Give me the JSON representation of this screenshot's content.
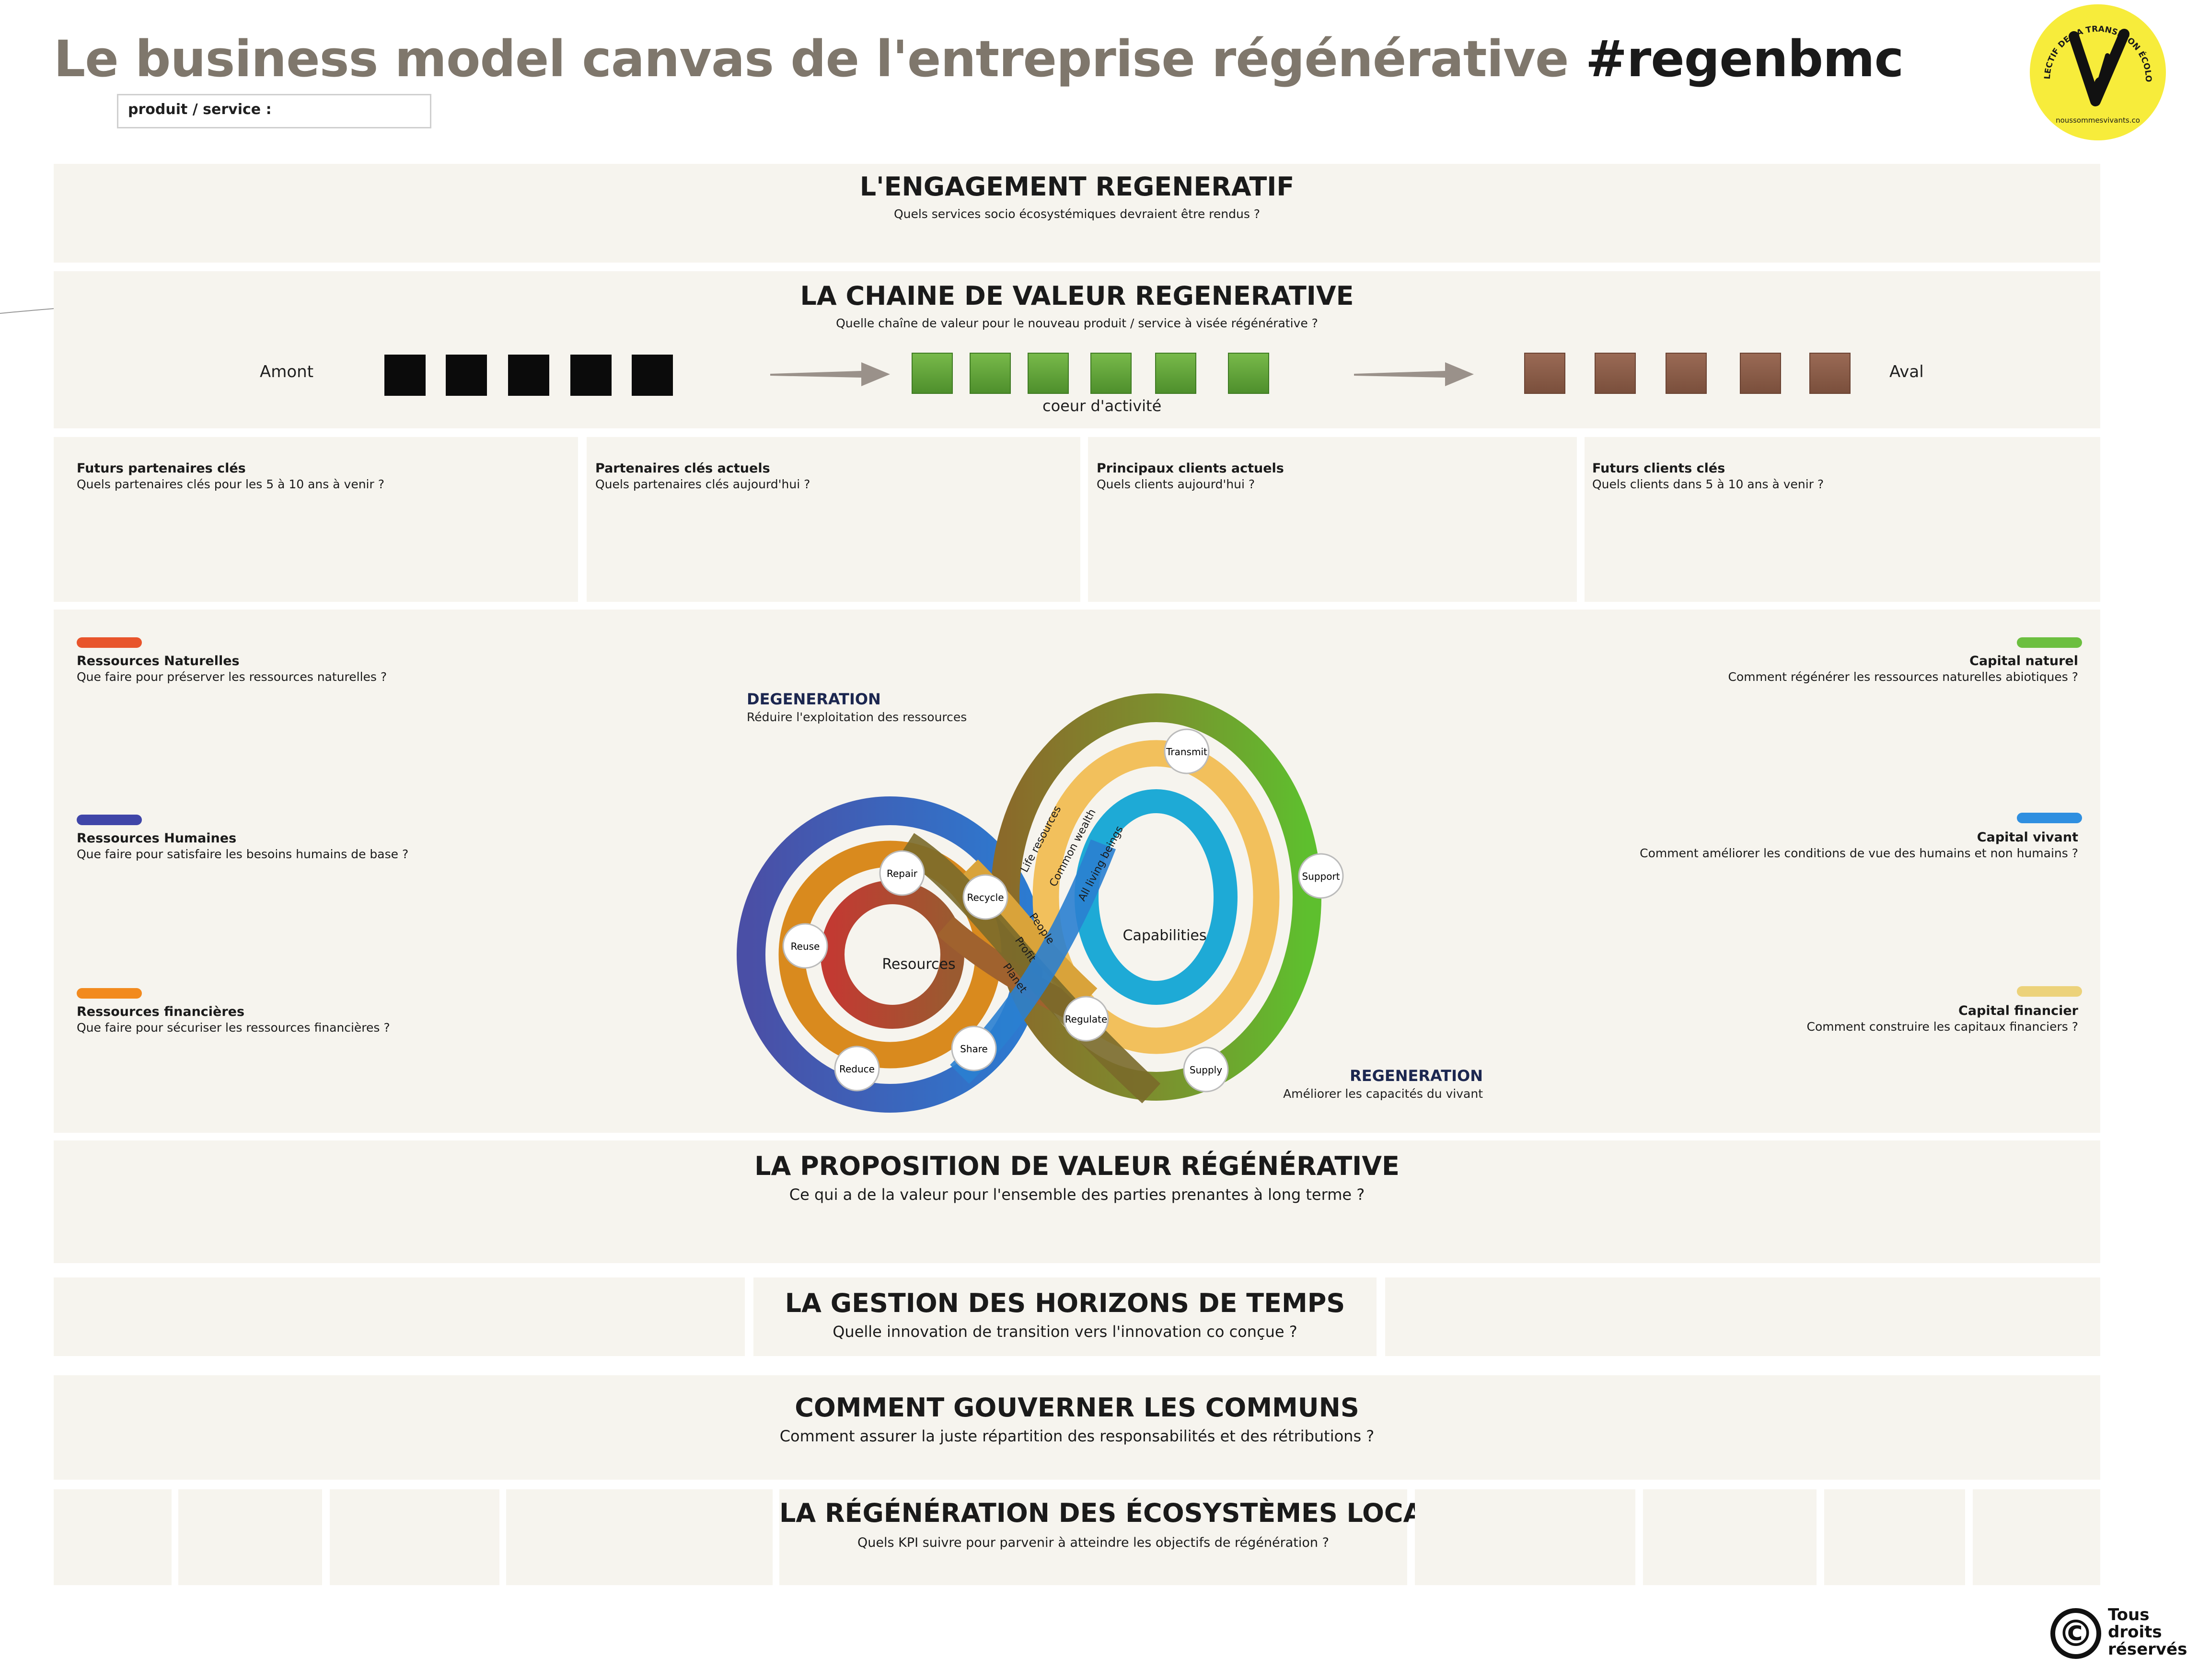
{
  "header": {
    "title": "Le business model canvas de l'entreprise régénérative",
    "hashtag": "#regenbmc",
    "product_label": "produit / service :"
  },
  "logo": {
    "ring_text": "LE COLLECTIF DE LA TRANSITION ÉCOLOGIQUE",
    "url": "noussommesvivants.co",
    "color": "#f7ec3b"
  },
  "engagement": {
    "title": "L'ENGAGEMENT REGENERATIF",
    "subtitle": "Quels services socio écosystémiques devraient être rendus ?"
  },
  "value_chain": {
    "title": "LA CHAINE DE VALEUR REGENERATIVE",
    "subtitle": "Quelle chaîne de valeur pour le nouveau produit / service à visée régénérative ?",
    "upstream": "Amont",
    "core": "coeur d'activité",
    "downstream": "Aval"
  },
  "partners": [
    {
      "title": "Futurs partenaires clés",
      "question": "Quels partenaires clés pour les 5 à 10 ans à venir ?"
    },
    {
      "title": "Partenaires clés actuels",
      "question": "Quels partenaires clés aujourd'hui ?"
    },
    {
      "title": "Principaux clients actuels",
      "question": "Quels clients aujourd'hui ?"
    },
    {
      "title": "Futurs clients clés",
      "question": "Quels clients dans 5 à 10 ans à venir ?"
    }
  ],
  "resources_left": [
    {
      "title": "Ressources Naturelles",
      "question": "Que faire pour préserver les ressources naturelles ?",
      "color": "#e8542b"
    },
    {
      "title": "Ressources Humaines",
      "question": "Que faire pour satisfaire les besoins humains de base ?",
      "color": "#3f45a8"
    },
    {
      "title": "Ressources financières",
      "question": "Que faire pour sécuriser les ressources financières ?",
      "color": "#f28a1e"
    }
  ],
  "capital_right": [
    {
      "title": "Capital naturel",
      "question": "Comment régénérer les ressources naturelles abiotiques ?",
      "color": "#6cbf3f"
    },
    {
      "title": "Capital vivant",
      "question": "Comment améliorer les conditions de vue des  humains et non humains ?",
      "color": "#2f8fe0"
    },
    {
      "title": "Capital financier",
      "question": "Comment construire les capitaux financiers ?",
      "color": "#ecd27a"
    }
  ],
  "infinity": {
    "degeneration_title": "DEGENERATION",
    "degeneration_sub": "Réduire l'exploitation des ressources",
    "regeneration_title": "REGENERATION",
    "regeneration_sub": "Améliorer les capacités du vivant",
    "resources": "Resources",
    "capabilities": "Capabilities",
    "nodes": [
      "Repair",
      "Recycle",
      "Reuse",
      "Reduce",
      "Share",
      "Transmit",
      "Support",
      "Regulate",
      "Supply"
    ],
    "band_labels": [
      "Life resources",
      "Common wealth",
      "All living beings",
      "People",
      "Profit",
      "Planet"
    ]
  },
  "value_proposition": {
    "title": "LA PROPOSITION DE VALEUR RÉGÉNÉRATIVE",
    "subtitle": "Ce qui a de la valeur pour l'ensemble des parties prenantes à long terme ?"
  },
  "time_horizons": {
    "title": "LA GESTION DES HORIZONS DE TEMPS",
    "subtitle": "Quelle innovation de transition vers l'innovation co conçue ?"
  },
  "commons": {
    "title": "COMMENT GOUVERNER LES COMMUNS",
    "subtitle": "Comment assurer la juste répartition des responsabilités et des rétributions ?"
  },
  "local": {
    "title": "LA RÉGÉNÉRATION DES ÉCOSYSTÈMES LOCAUX",
    "subtitle": "Quels KPI suivre pour parvenir à atteindre les objectifs de régénération ?"
  },
  "copyright": {
    "symbol": "©",
    "line1": "Tous",
    "line2": "droits",
    "line3": "réservés"
  }
}
